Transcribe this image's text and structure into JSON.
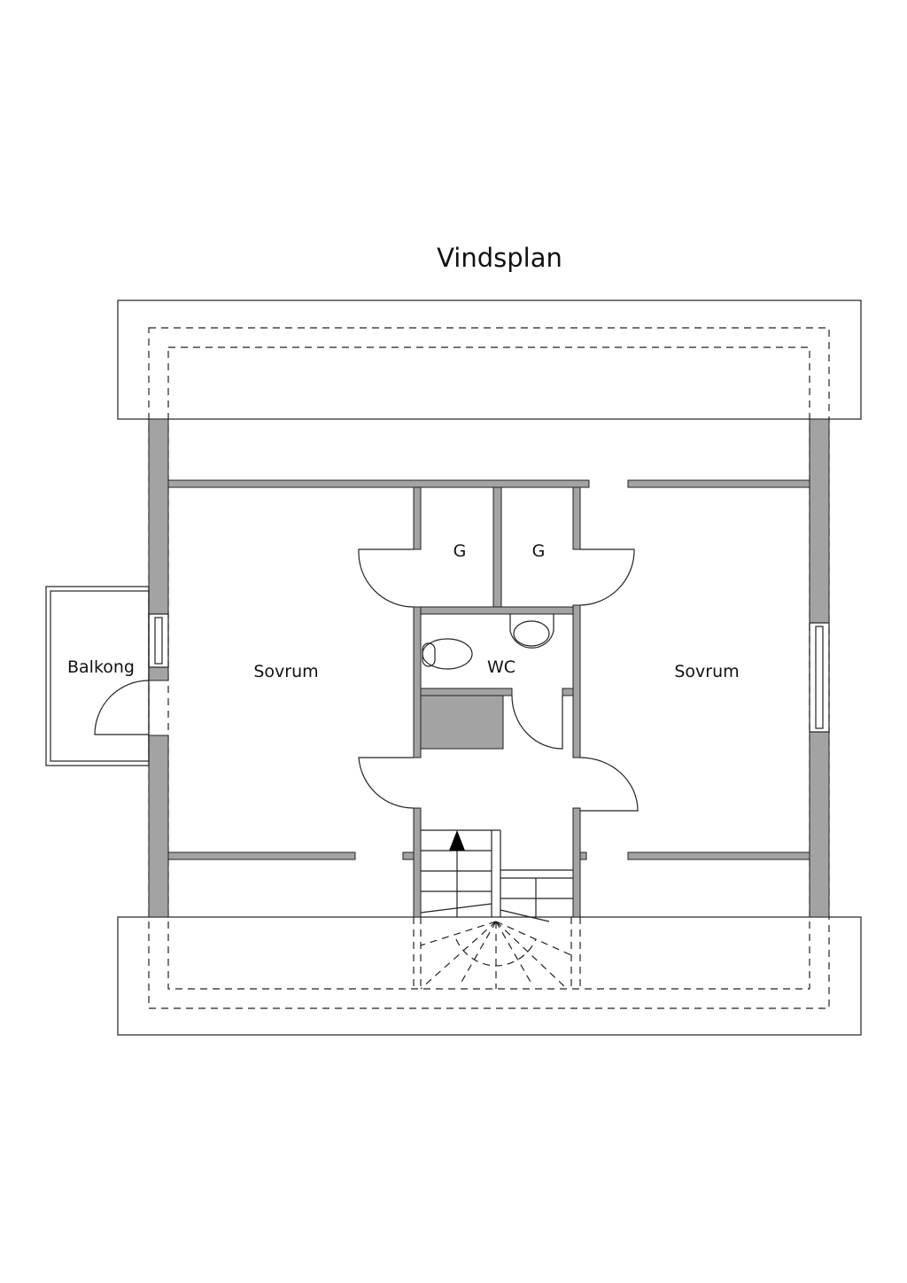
{
  "title": "Vindsplan",
  "rooms": {
    "sovrum_left": "Sovrum",
    "sovrum_right": "Sovrum",
    "balkong": "Balkong",
    "g_left": "G",
    "g_right": "G",
    "wc": "WC"
  },
  "colors": {
    "wall": "#a3a3a3",
    "line": "#222222"
  }
}
